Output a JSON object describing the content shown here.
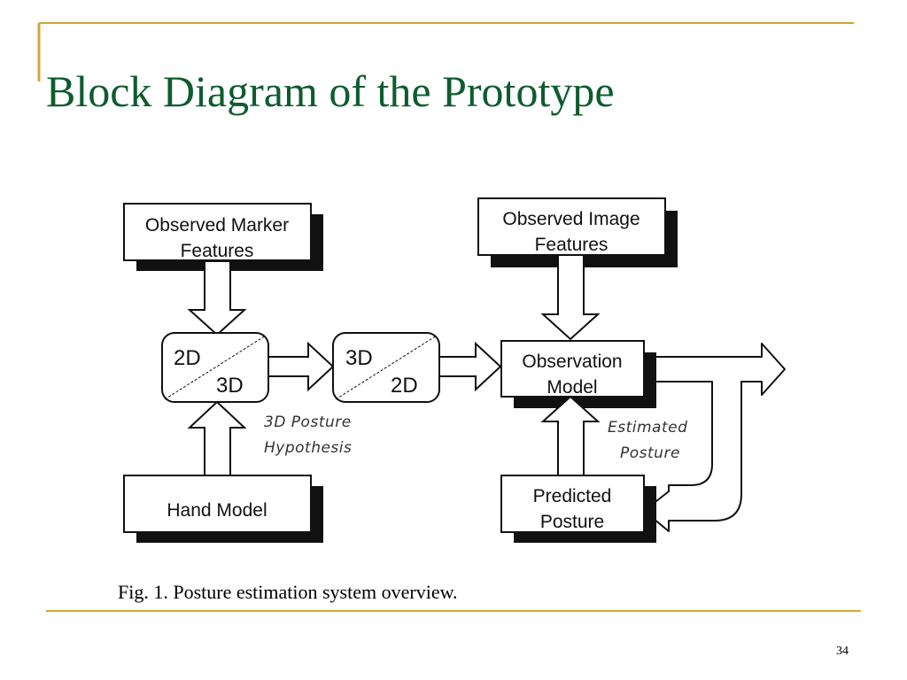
{
  "slide": {
    "title": "Block Diagram of the Prototype",
    "page_number": "34",
    "accent_color": "#0e5c2e",
    "rule_color": "#d4a437"
  },
  "diagram": {
    "observed_marker_features": [
      "Observed Marker",
      "Features"
    ],
    "observed_image_features": [
      "Observed Image",
      "Features"
    ],
    "converter_2d_3d": [
      "2D",
      "3D"
    ],
    "converter_3d_2d": [
      "3D",
      "2D"
    ],
    "observation_model": [
      "Observation",
      "Model"
    ],
    "hand_model": "Hand Model",
    "predicted_posture": [
      "Predicted",
      "Posture"
    ],
    "posture_hypothesis_note": [
      "3D Posture",
      "Hypothesis"
    ],
    "estimated_posture_note": [
      "Estimated",
      "Posture"
    ],
    "caption": "Fig. 1.    Posture estimation system overview."
  }
}
